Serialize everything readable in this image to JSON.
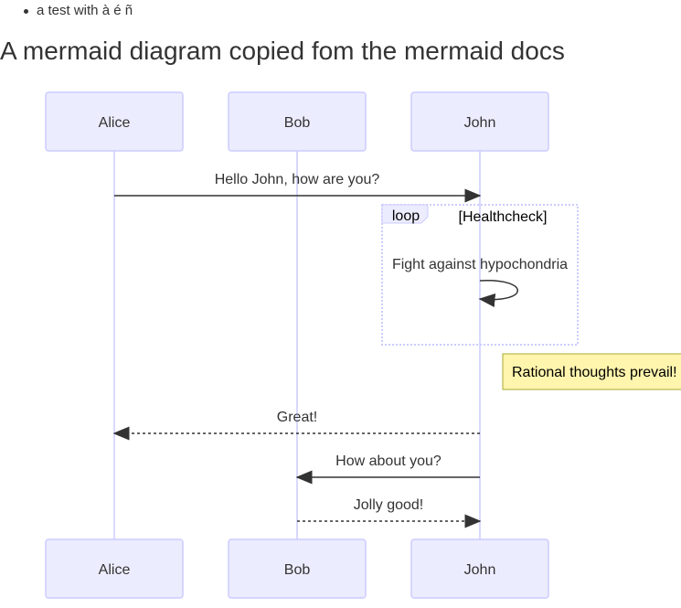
{
  "bullets": [
    "a test with à é ñ"
  ],
  "heading": "A mermaid diagram copied fom the mermaid docs",
  "colors": {
    "actor_fill": "#ECECFF",
    "actor_stroke": "#CCCCFF",
    "lifeline": "#CCCCFF",
    "message": "#333333",
    "loop_border": "#CCCCFF",
    "loop_label_fill": "#ECECFF",
    "note_fill": "#FFF5AD",
    "note_stroke": "#AAAA33"
  },
  "diagram": {
    "actors": [
      {
        "name": "Alice"
      },
      {
        "name": "Bob"
      },
      {
        "name": "John"
      }
    ],
    "messages": [
      {
        "from": "Alice",
        "to": "John",
        "text": "Hello John, how are you?",
        "style": "solid"
      },
      {
        "from": "John",
        "to": "John",
        "text": "Fight against hypochondria",
        "style": "solid"
      },
      {
        "from": "John",
        "to": "Alice",
        "text": "Great!",
        "style": "dotted"
      },
      {
        "from": "John",
        "to": "Bob",
        "text": "How about you?",
        "style": "solid"
      },
      {
        "from": "Bob",
        "to": "John",
        "text": "Jolly good!",
        "style": "dotted"
      }
    ],
    "loop": {
      "keyword": "loop",
      "condition": "[Healthcheck]"
    },
    "note": {
      "text": "Rational thoughts prevail!",
      "position": "right of John"
    }
  }
}
